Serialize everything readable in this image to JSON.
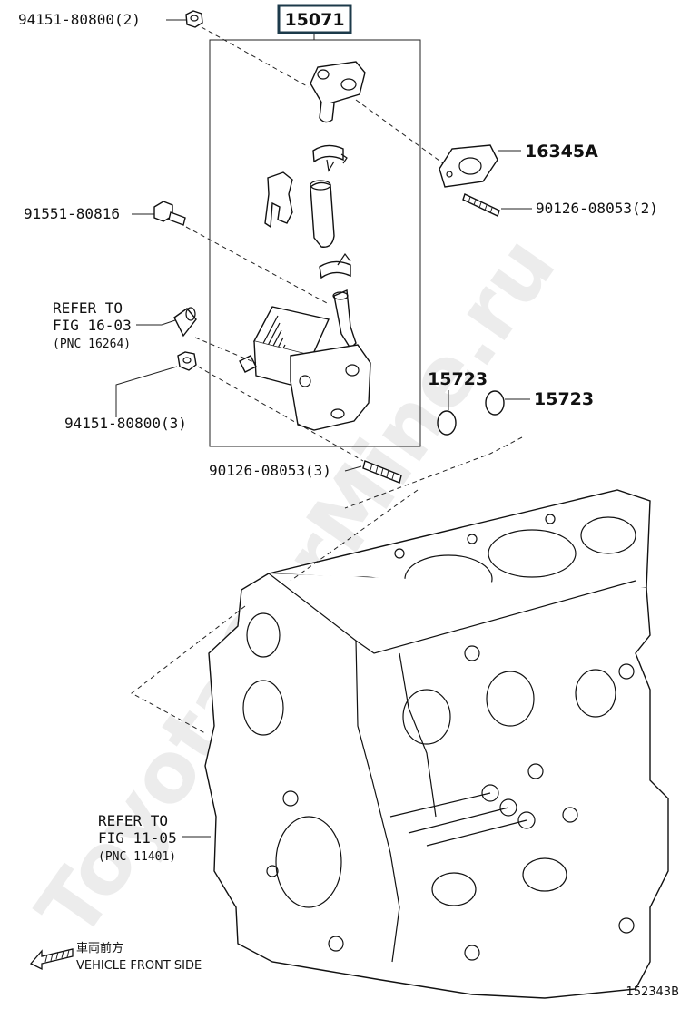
{
  "callouts": {
    "assembly": "15071",
    "nut_top": "94151-80800(2)",
    "gasket": "16345A",
    "stud_right": "90126-08053(2)",
    "bolt": "91551-80816",
    "nut_lower": "94151-80800(3)",
    "stud_lower": "90126-08053(3)",
    "oring_left": "15723",
    "oring_right": "15723"
  },
  "refer_a": {
    "line1": "REFER TO",
    "line2": "FIG 16-03",
    "line3": "(PNC 16264)"
  },
  "refer_b": {
    "line1": "REFER TO",
    "line2": "FIG 11-05",
    "line3": "(PNC 11401)"
  },
  "vehicle_front": {
    "japanese": "車両前方",
    "english": "VEHICLE FRONT SIDE"
  },
  "illustration_id": "152343B",
  "watermark": "ToyotaCarMine.ru",
  "icons": [
    "front-arrow-icon"
  ],
  "colors": {
    "ink": "#111111",
    "watermark": "#000000",
    "box_border": "#1c3a4a"
  }
}
